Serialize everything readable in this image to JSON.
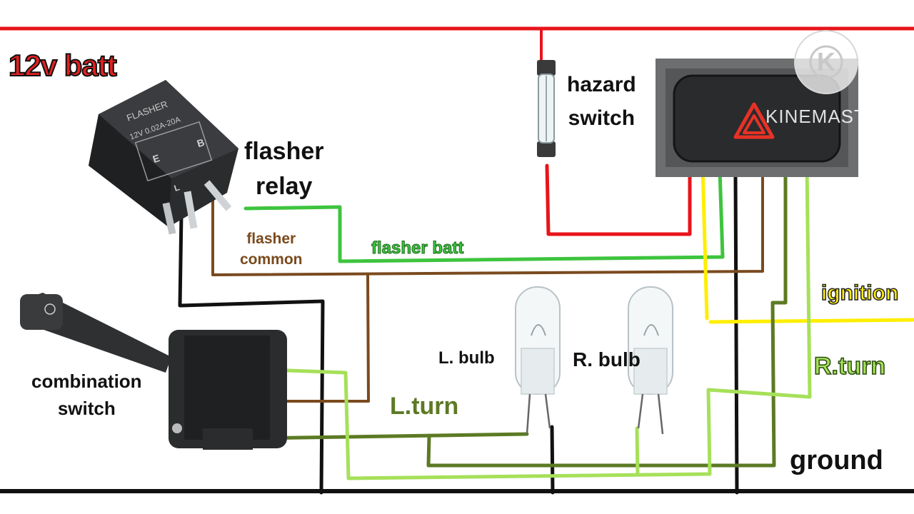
{
  "labels": {
    "battery": "12v batt",
    "flasher_relay": "flasher\nrelay",
    "flasher_common": "flasher\ncommon",
    "flasher_batt": "flasher batt",
    "hazard_switch": "hazard\nswitch",
    "combination_switch": "combination\nswitch",
    "left_bulb": "L. bulb",
    "right_bulb": "R. bulb",
    "left_turn": "L.turn",
    "right_turn": "R.turn",
    "ignition": "ignition",
    "ground": "ground"
  },
  "relay_markings": {
    "title": "FLASHER",
    "rating": "12V 0.02A-20A",
    "terminal_e": "E",
    "terminal_b": "B",
    "terminal_l": "L"
  },
  "watermark": {
    "text": "KINEMASTER",
    "logo_letter": "K"
  },
  "colors": {
    "battery_positive": "#e8141b",
    "ground": "#111111",
    "flasher_common": "#7a4a1e",
    "flasher_batt": "#3ec43e",
    "ignition": "#ffee00",
    "left_turn": "#5c7a24",
    "right_turn": "#a6e05a"
  }
}
